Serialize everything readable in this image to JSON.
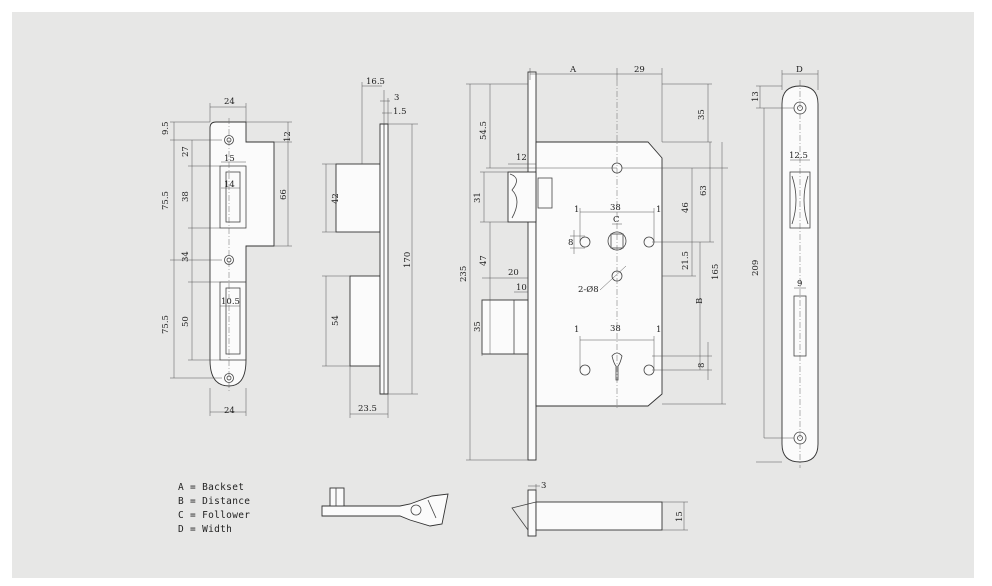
{
  "legend": [
    {
      "key": "A",
      "text": "Backset"
    },
    {
      "key": "B",
      "text": "Distance"
    },
    {
      "key": "C",
      "text": "Follower"
    },
    {
      "key": "D",
      "text": "Width"
    }
  ],
  "views": {
    "strike_plate": {
      "top_width": "24",
      "bottom_width": "24",
      "top_offset": "9.5",
      "upper_gap": "27",
      "upper_span": "75.5",
      "latch_height": "38",
      "lower_gap": "34",
      "lower_span": "75.5",
      "bolt_height": "50",
      "right_top": "12",
      "right_height": "66",
      "latch_outer": "15",
      "latch_inner": "14",
      "bolt_width": "10.5"
    },
    "side_view": {
      "top_depth": "16.5",
      "face_thickness": "3",
      "plate_thickness": "1.5",
      "latch_length": "42",
      "total_height": "170",
      "bolt_length": "54",
      "bottom_depth": "23.5"
    },
    "lock_body": {
      "backset_label": "A",
      "top_right": "29",
      "total_height": "235",
      "upper_offset": "54.5",
      "latch_width": "12",
      "latch_height": "31",
      "mid_gap": "47",
      "bolt_throw": "20",
      "bolt_inner": "10",
      "bolt_height": "35",
      "right_top": "35",
      "right_46": "46",
      "right_63": "63",
      "right_21_5": "21.5",
      "right_165": "165",
      "distance_label": "B",
      "right_8_lower": "8",
      "hub_left": "1",
      "hub_spacing": "38",
      "hub_right": "1",
      "follower_label": "C",
      "hub_height": "8",
      "hole_note": "2-Ø8",
      "cyl_left": "1",
      "cyl_spacing": "38",
      "cyl_right": "1"
    },
    "face_plate": {
      "width_label": "D",
      "top_offset": "13",
      "latch_width": "12.5",
      "total_height": "209",
      "bolt_width": "9"
    },
    "key": {},
    "bolt_detail": {
      "top": "3",
      "height": "15"
    }
  }
}
